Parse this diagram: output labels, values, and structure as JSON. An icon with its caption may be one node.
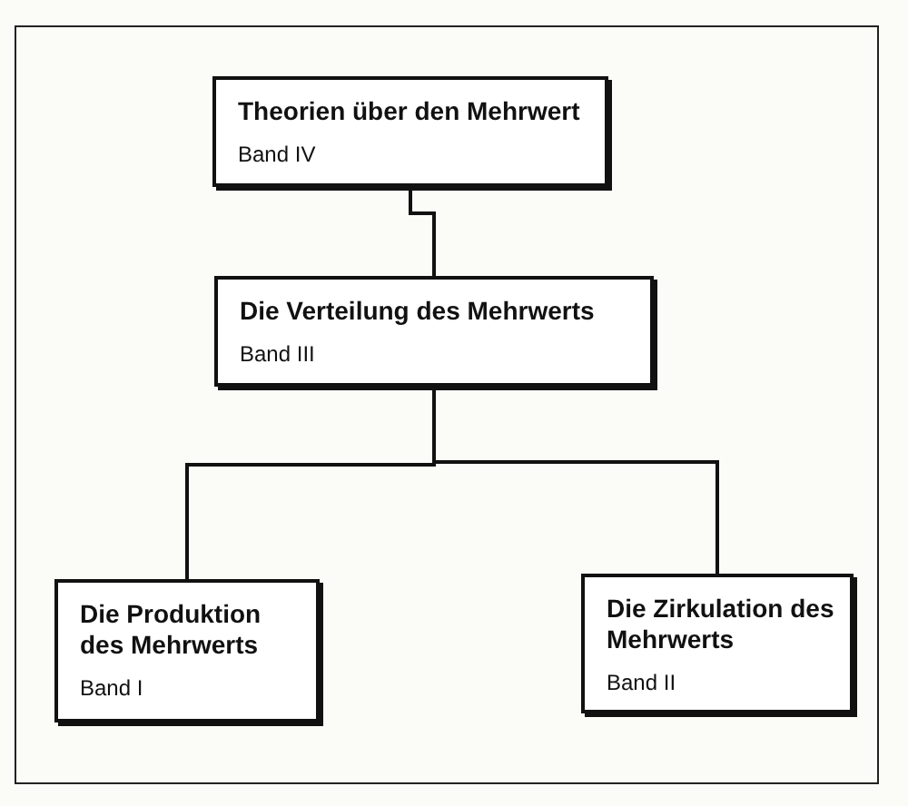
{
  "diagram": {
    "nodes": [
      {
        "text": [
          "Theorien über den Mehrwert",
          "Band IV"
        ]
      },
      {
        "text": [
          "Die Verteilung des Mehrwerts",
          "Band III"
        ]
      },
      {
        "text": [
          "Die Produktion des Mehrwerts",
          "Band I"
        ]
      },
      {
        "text": [
          "Die Zirkulation des Mehrwerts",
          "Band II"
        ]
      }
    ],
    "edges": [
      {
        "from": 0,
        "to": 1,
        "arrow": "none"
      },
      {
        "from": 1,
        "to": 2,
        "arrow": "none"
      },
      {
        "from": 1,
        "to": 3,
        "arrow": "none"
      }
    ]
  }
}
